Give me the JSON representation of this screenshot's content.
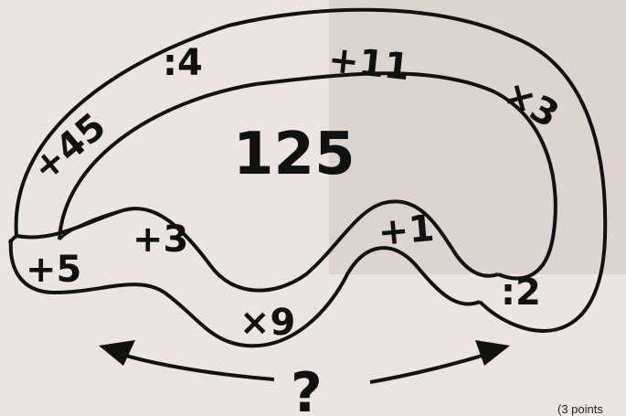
{
  "puzzle": {
    "center_number": "125",
    "operations": {
      "div4": ":4",
      "plus11": "+11",
      "times3": "×3",
      "plus45": "+45",
      "plus3": "+3",
      "plus1": "+1",
      "plus5": "+5",
      "div2": ":2",
      "times9": "×9"
    },
    "question_mark": "?"
  },
  "footnote": "(3 points"
}
